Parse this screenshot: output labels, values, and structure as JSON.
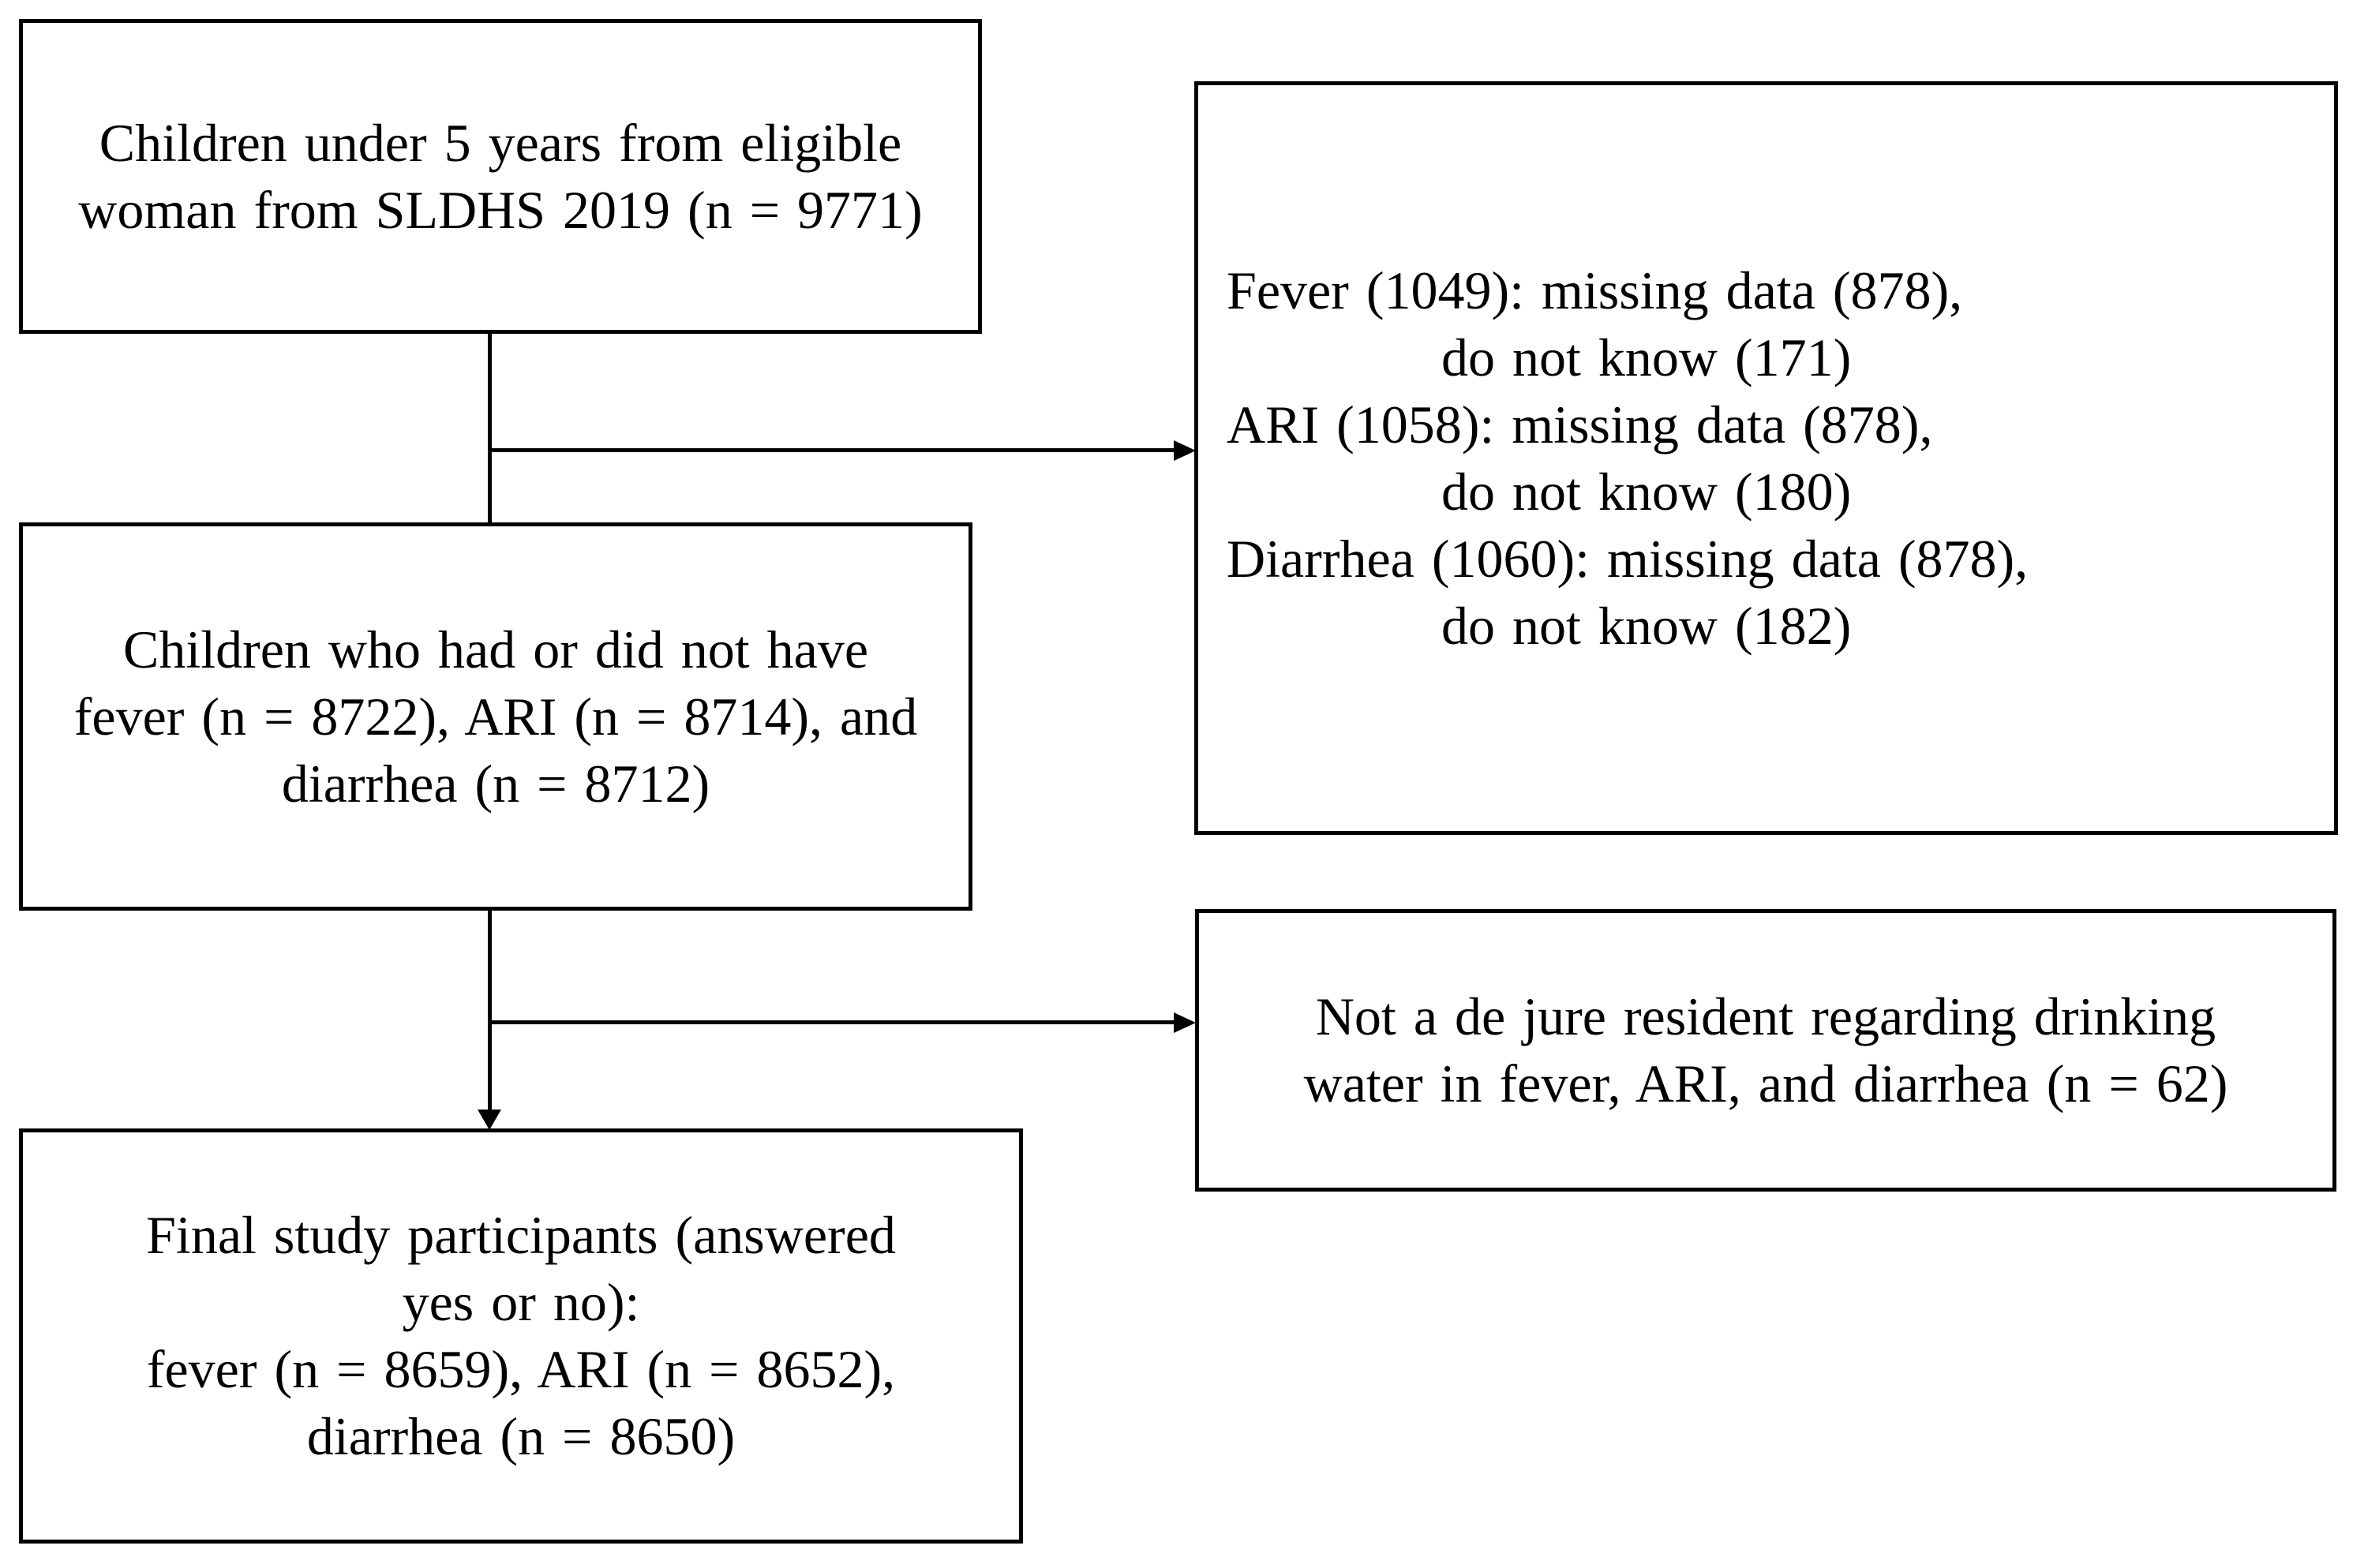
{
  "canvas": {
    "background": "#ffffff",
    "line_color": "#000000",
    "text_color": "#000000"
  },
  "boxes": {
    "source": {
      "lines": [
        "Children under 5 years from eligible",
        "woman from SLDHS 2019 (n = 9771)"
      ]
    },
    "excluded_missing": {
      "entries": [
        {
          "main": "Fever (1049): missing data (878),",
          "sub": "do not know (171)"
        },
        {
          "main": "ARI (1058): missing data (878),",
          "sub": "do not know (180)"
        },
        {
          "main": "Diarrhea (1060): missing data (878),",
          "sub": "do not know (182)"
        }
      ]
    },
    "eligible": {
      "lines": [
        "Children who had or did not have",
        "fever (n = 8722), ARI (n = 8714), and",
        "diarrhea (n = 8712)"
      ]
    },
    "excluded_not_de_jure": {
      "lines": [
        "Not a de jure resident regarding drinking",
        "water in fever, ARI, and diarrhea (n = 62)"
      ]
    },
    "final": {
      "lines": [
        "Final study participants (answered",
        "yes or no):",
        "fever (n = 8659), ARI (n = 8652),",
        "diarrhea (n = 8650)"
      ]
    }
  }
}
